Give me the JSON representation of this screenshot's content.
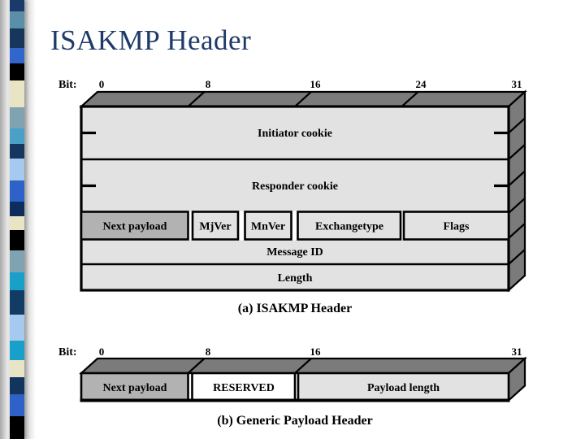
{
  "slide": {
    "title": "ISAKMP Header"
  },
  "colors": {
    "title_text": "#1e3a68",
    "face_front": "#e2e2e2",
    "face_3d": "#7b7b7b",
    "cell_shaded": "#b2b2b2",
    "cell_white": "#ffffff",
    "line": "#000000"
  },
  "diagram_a": {
    "bit_label": "Bit:",
    "bit_ticks": [
      "0",
      "8",
      "16",
      "24",
      "31"
    ],
    "fields": {
      "initiator": "Initiator cookie",
      "responder": "Responder cookie",
      "next_payload": "Next payload",
      "mjver": "MjVer",
      "mnver": "MnVer",
      "exchange_type": "Exchangetype",
      "flags": "Flags",
      "message_id": "Message ID",
      "length": "Length"
    },
    "caption": "(a) ISAKMP Header"
  },
  "diagram_b": {
    "bit_label": "Bit:",
    "bit_ticks": [
      "0",
      "8",
      "16",
      "31"
    ],
    "fields": {
      "next_payload": "Next payload",
      "reserved": "RESERVED",
      "payload_length": "Payload length"
    },
    "caption": "(b) Generic Payload Header"
  },
  "decor_strip": {
    "blocks": [
      {
        "color": "#1a3a6b",
        "height": 14
      },
      {
        "color": "#5b8fa8",
        "height": 22
      },
      {
        "color": "#16365c",
        "height": 24
      },
      {
        "color": "#3366cc",
        "height": 19
      },
      {
        "color": "#000000",
        "height": 22
      },
      {
        "color": "#e9e5c4",
        "height": 33
      },
      {
        "color": "#7fa3b0",
        "height": 27
      },
      {
        "color": "#49a0c8",
        "height": 19
      },
      {
        "color": "#14365f",
        "height": 18
      },
      {
        "color": "#a6c9ef",
        "height": 28
      },
      {
        "color": "#2f62c8",
        "height": 26
      },
      {
        "color": "#0d2d5e",
        "height": 18
      },
      {
        "color": "#e9e5c4",
        "height": 18
      },
      {
        "color": "#000000",
        "height": 25
      },
      {
        "color": "#7fa3b0",
        "height": 28
      },
      {
        "color": "#189fca",
        "height": 22
      },
      {
        "color": "#123c66",
        "height": 30
      },
      {
        "color": "#a6c9ef",
        "height": 33
      },
      {
        "color": "#18a0ca",
        "height": 24
      },
      {
        "color": "#e9e5c4",
        "height": 22
      },
      {
        "color": "#12355e",
        "height": 21
      },
      {
        "color": "#2f62c8",
        "height": 28
      },
      {
        "color": "#000000",
        "height": 28
      }
    ]
  }
}
